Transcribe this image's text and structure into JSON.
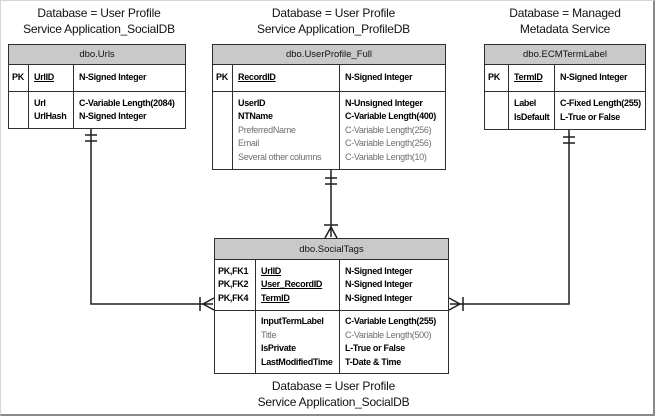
{
  "colors": {
    "header_bg": "#c9c9c9",
    "table_border": "#2e2e2e",
    "muted_text": "#6e6e6e",
    "line": "#1f1f1f"
  },
  "labels": {
    "top_left": {
      "line1": "Database = User Profile",
      "line2": "Service Application_SocialDB"
    },
    "top_center": {
      "line1": "Database = User Profile",
      "line2": "Service Application_ProfileDB"
    },
    "top_right": {
      "line1": "Database = Managed",
      "line2": "Metadata Service"
    },
    "bottom": {
      "line1": "Database = User Profile",
      "line2": "Service Application_SocialDB"
    }
  },
  "tables": {
    "urls": {
      "title": "dbo.Urls",
      "pk_rows": [
        {
          "key": "PK",
          "name": "UrlID",
          "type": "N-Signed Integer"
        }
      ],
      "rows": [
        {
          "name": "Url",
          "type": "C-Variable Length(2084)",
          "muted": false
        },
        {
          "name": "UrlHash",
          "type": "N-Signed Integer",
          "muted": false
        }
      ]
    },
    "user_profile": {
      "title": "dbo.UserProfile_Full",
      "pk_rows": [
        {
          "key": "PK",
          "name": "RecordID",
          "type": "N-Signed Integer"
        }
      ],
      "rows": [
        {
          "name": "UserID",
          "type": "N-Unsigned Integer",
          "muted": false
        },
        {
          "name": "NTName",
          "type": "C-Variable Length(400)",
          "muted": false
        },
        {
          "name": "PreferredName",
          "type": "C-Variable Length(256)",
          "muted": true
        },
        {
          "name": "Email",
          "type": "C-Variable Length(256)",
          "muted": true
        },
        {
          "name": "Several other columns",
          "type": "C-Variable Length(10)",
          "muted": true
        }
      ]
    },
    "ecm_term_label": {
      "title": "dbo.ECMTermLabel",
      "pk_rows": [
        {
          "key": "PK",
          "name": "TermID",
          "type": "N-Signed Integer"
        }
      ],
      "rows": [
        {
          "name": "Label",
          "type": "C-Fixed Length(255)",
          "muted": false
        },
        {
          "name": "IsDefault",
          "type": "L-True or False",
          "muted": false
        }
      ]
    },
    "social_tags": {
      "title": "dbo.SocialTags",
      "pk_rows": [
        {
          "key": "PK,FK1",
          "name": "UrlID",
          "type": "N-Signed Integer"
        },
        {
          "key": "PK,FK2",
          "name": "User_RecordID",
          "type": "N-Signed Integer"
        },
        {
          "key": "PK,FK4",
          "name": "TermID",
          "type": "N-Signed Integer"
        }
      ],
      "rows": [
        {
          "name": "InputTermLabel",
          "type": "C-Variable Length(255)",
          "muted": false
        },
        {
          "name": "Title",
          "type": "C-Variable Length(500)",
          "muted": true
        },
        {
          "name": "IsPrivate",
          "type": "L-True or False",
          "muted": false
        },
        {
          "name": "LastModifiedTime",
          "type": "T-Date & Time",
          "muted": false
        }
      ]
    }
  },
  "relationships": [
    {
      "from": "dbo.Urls",
      "to": "dbo.SocialTags",
      "from_end": "one-and-only-one",
      "to_end": "one-to-many"
    },
    {
      "from": "dbo.UserProfile_Full",
      "to": "dbo.SocialTags",
      "from_end": "one-and-only-one",
      "to_end": "one-to-many"
    },
    {
      "from": "dbo.ECMTermLabel",
      "to": "dbo.SocialTags",
      "from_end": "one-and-only-one",
      "to_end": "one-to-many"
    }
  ]
}
